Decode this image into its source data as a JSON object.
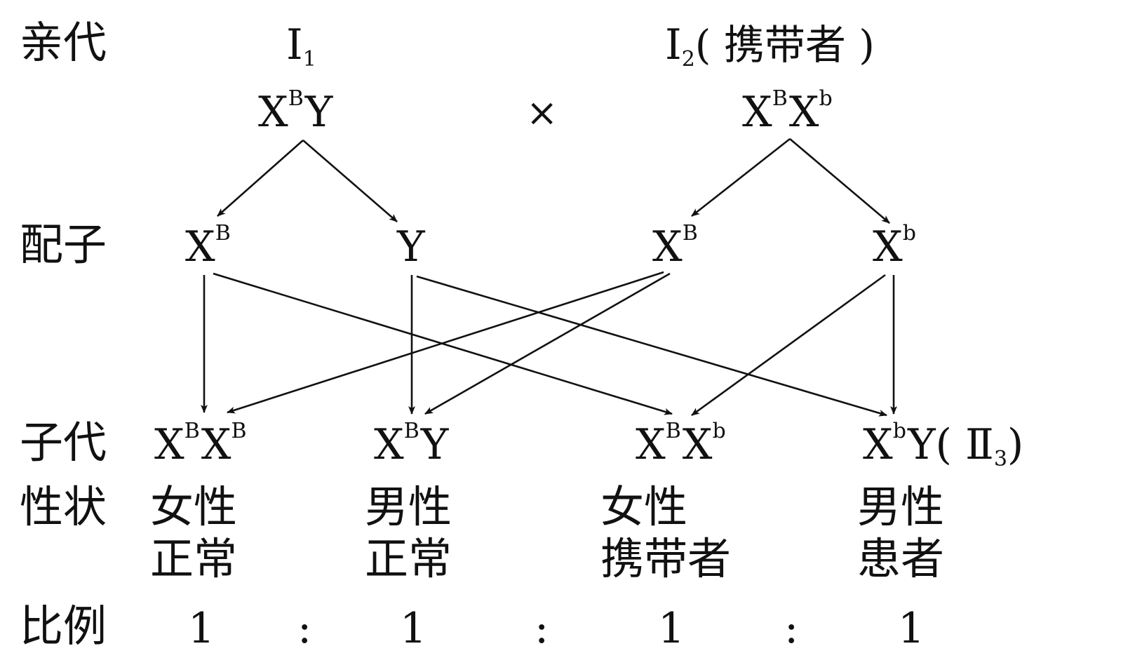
{
  "row_labels": {
    "parents": "亲代",
    "gametes": "配子",
    "offspring": "子代",
    "traits": "性状",
    "ratio": "比例"
  },
  "parents": {
    "p1_label": "I",
    "p1_sub": "1",
    "p2_label": "I",
    "p2_sub": "2",
    "p2_note": "( 携带者 )",
    "cross": "×",
    "p1_genotype": {
      "x": "X",
      "x_sup": "B",
      "y": "Y"
    },
    "p2_genotype": {
      "x1": "X",
      "x1_sup": "B",
      "x2": "X",
      "x2_sup": "b"
    }
  },
  "gametes": [
    {
      "base": "X",
      "sup": "B"
    },
    {
      "base": "Y",
      "sup": ""
    },
    {
      "base": "X",
      "sup": "B"
    },
    {
      "base": "X",
      "sup": "b"
    }
  ],
  "offspring": [
    {
      "g1": "X",
      "g1_sup": "B",
      "g2": "X",
      "g2_sup": "B",
      "extra": ""
    },
    {
      "g1": "X",
      "g1_sup": "B",
      "g2": "Y",
      "g2_sup": "",
      "extra": ""
    },
    {
      "g1": "X",
      "g1_sup": "B",
      "g2": "X",
      "g2_sup": "b",
      "extra": ""
    },
    {
      "g1": "X",
      "g1_sup": "b",
      "g2": "Y",
      "g2_sup": "",
      "extra": "( Ⅱ",
      "extra_sub": "3",
      "extra_end": ")"
    }
  ],
  "traits": [
    {
      "line1": "女性",
      "line2": "正常"
    },
    {
      "line1": "男性",
      "line2": "正常"
    },
    {
      "line1": "女性",
      "line2": "携带者"
    },
    {
      "line1": "男性",
      "line2": "患者"
    }
  ],
  "ratio": {
    "values": [
      "1",
      "1",
      "1",
      "1"
    ],
    "sep": ":"
  },
  "line_color": "#111111"
}
